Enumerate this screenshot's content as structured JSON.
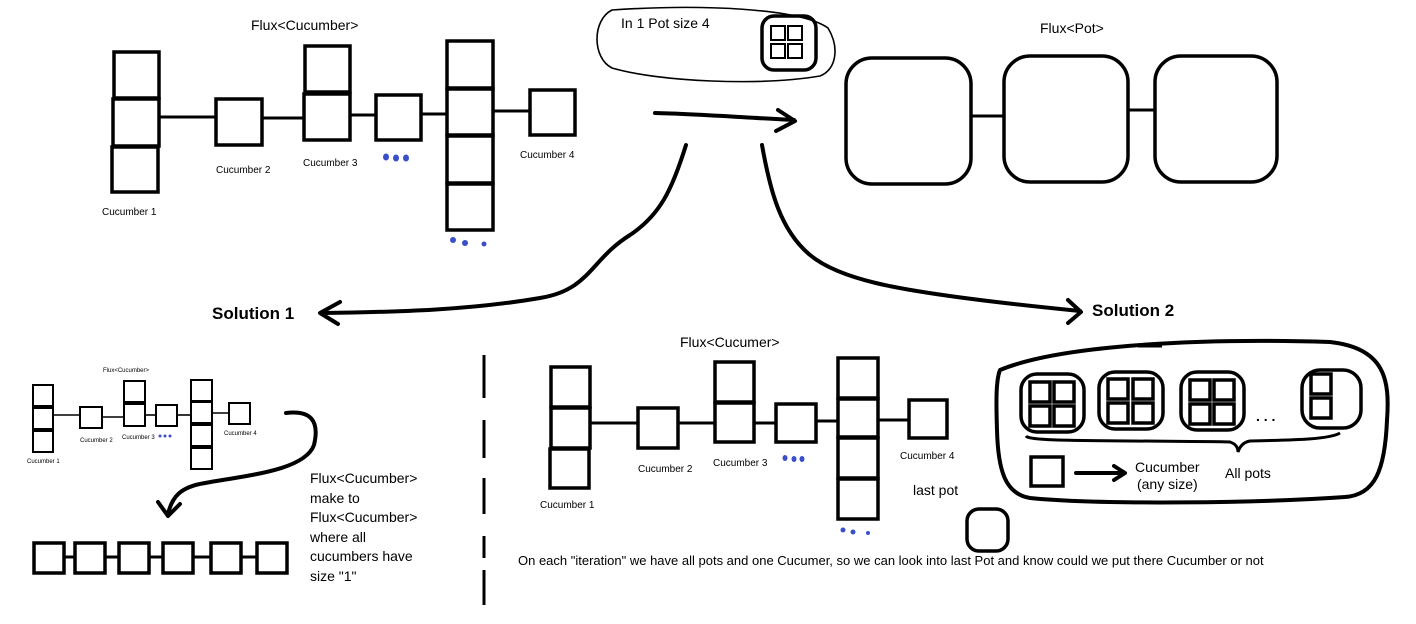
{
  "top_flux": {
    "title": "Flux<Cucumber>",
    "cucumbers": [
      "Cucumber 1",
      "Cucumber 2",
      "Cucumber 3",
      "Cucumber 4"
    ]
  },
  "bubble": {
    "text": "In 1 Pot size 4"
  },
  "pot_flux": {
    "title": "Flux<Pot>"
  },
  "solution1": {
    "label": "Solution 1",
    "mini_title": "Flux<Cucumber>",
    "mini_cucumbers": [
      "Cucumber 1",
      "Cucumber 2",
      "Cucumber 3",
      "Cucumber 4"
    ],
    "description_lines": [
      "Flux<Cucumber>",
      "make to",
      "Flux<Cucumber>",
      "where all",
      "cucumbers have",
      "size \"1\""
    ]
  },
  "solution2": {
    "label": "Solution 2",
    "flux_title": "Flux<Cucumer>",
    "cucumbers": [
      "Cucumber 1",
      "Cucumber 2",
      "Cucumber 3",
      "Cucumber 4"
    ],
    "legend_cucumber": [
      "Cucumber",
      "(any size)"
    ],
    "legend_all_pots": "All pots",
    "last_pot": "last pot",
    "ellipsis": ". . .",
    "description": "On each \"iteration\" we have all pots and one Cucumer, so we can look into last Pot and know could we put there Cucumber or not"
  },
  "colors": {
    "ink": "#000000",
    "dots": "#3a4fc8",
    "background": "#ffffff"
  }
}
